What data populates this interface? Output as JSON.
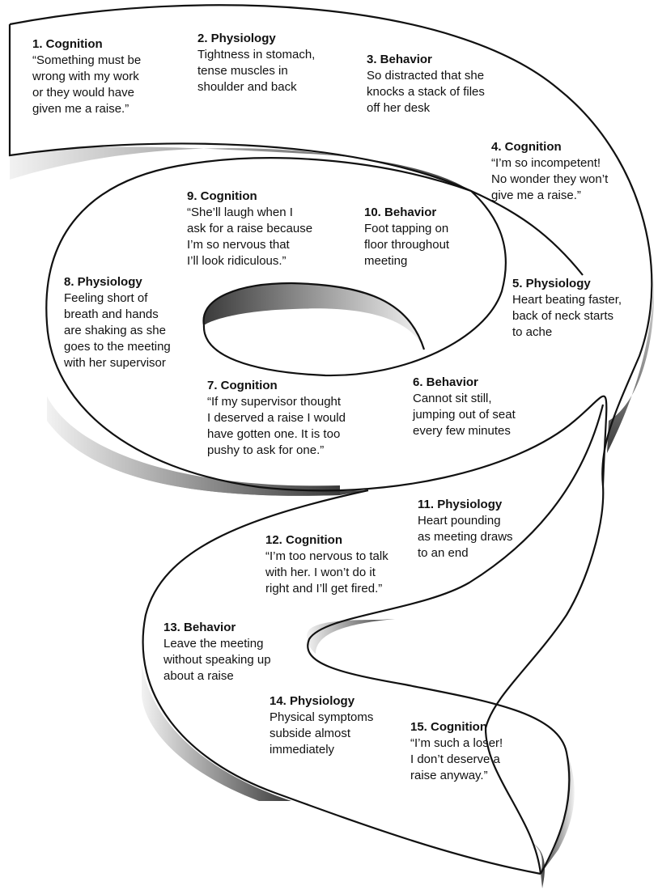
{
  "colors": {
    "ribbon_face": "#ffffff",
    "ribbon_outline": "#111111",
    "shadow_dark": "#3a3a3a",
    "shadow_light": "#f2f2f2",
    "text": "#111111"
  },
  "steps": [
    {
      "title": "1. Cognition",
      "body": "“Something must be\nwrong with my work\nor they would have\ngiven me a raise.”"
    },
    {
      "title": "2. Physiology",
      "body": "Tightness in stomach,\ntense muscles in\nshoulder and back"
    },
    {
      "title": "3. Behavior",
      "body": "So distracted that she\nknocks a stack of files\noff her desk"
    },
    {
      "title": "4. Cognition",
      "body": "“I’m so incompetent!\nNo wonder they won’t\ngive me a raise.”"
    },
    {
      "title": "5. Physiology",
      "body": "Heart beating faster,\nback of neck starts\nto ache"
    },
    {
      "title": "6. Behavior",
      "body": "Cannot sit still,\njumping out of seat\nevery few minutes"
    },
    {
      "title": "7. Cognition",
      "body": "“If my supervisor thought\nI deserved a raise I would\nhave gotten one. It is too\npushy to ask for one.”"
    },
    {
      "title": "8. Physiology",
      "body": "Feeling short of\nbreath and hands\nare shaking as she\ngoes to the meeting\nwith her supervisor"
    },
    {
      "title": "9. Cognition",
      "body": "“She’ll laugh when I\nask for a raise because\nI’m so nervous that\nI’ll look ridiculous.”"
    },
    {
      "title": "10. Behavior",
      "body": "Foot tapping on\nfloor throughout\nmeeting"
    },
    {
      "title": "11. Physiology",
      "body": "Heart pounding\nas meeting draws\nto an end"
    },
    {
      "title": "12. Cognition",
      "body": "“I’m too nervous to talk\nwith her. I won’t do it\nright and I’ll get fired.”"
    },
    {
      "title": "13. Behavior",
      "body": "Leave the meeting\nwithout speaking up\nabout a raise"
    },
    {
      "title": "14. Physiology",
      "body": "Physical symptoms\nsubside almost\nimmediately"
    },
    {
      "title": "15. Cognition",
      "body": "“I’m such a loser!\nI don’t deserve a\nraise anyway.”"
    }
  ]
}
